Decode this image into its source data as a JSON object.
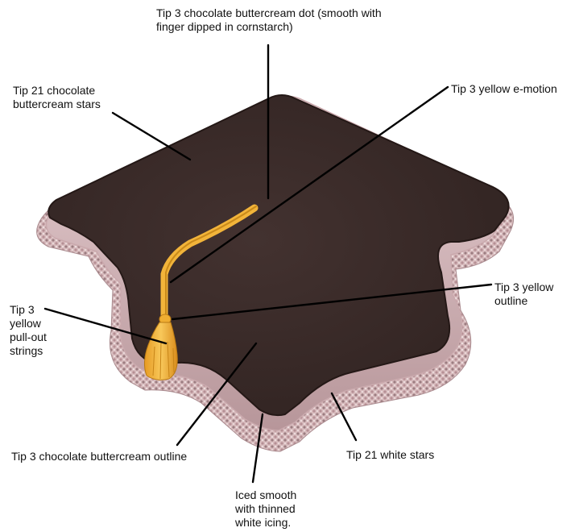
{
  "labels": {
    "dot": "Tip 3 chocolate buttercream dot (smooth with\nfinger dipped in cornstarch)",
    "stars_chocolate": "Tip 21 chocolate\nbuttercream stars",
    "emotion": "Tip 3 yellow e-motion",
    "yellow_outline": "Tip 3 yellow\noutline",
    "pullout": "Tip 3\nyellow\npull-out\nstrings",
    "choc_outline": "Tip 3 chocolate buttercream outline",
    "white_stars": "Tip 21 white stars",
    "iced": "Iced smooth\nwith thinned\nwhite icing."
  },
  "colors": {
    "cap_top": "#3a2a26",
    "cap_edge": "#c8a2a6",
    "star_border": "#c9a7a9",
    "tassel": "#f2b43a",
    "leader": "#000000"
  }
}
